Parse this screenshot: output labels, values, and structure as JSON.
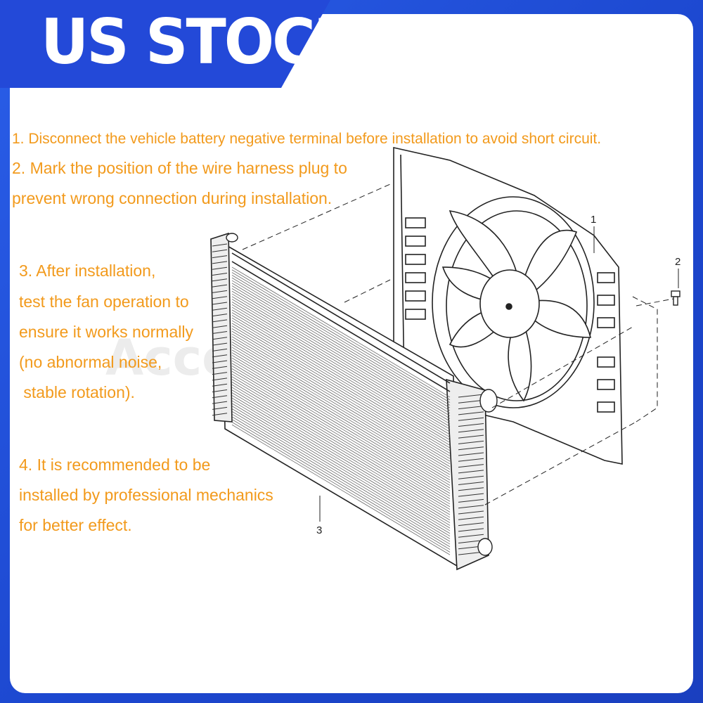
{
  "banner": {
    "title": "US STOCK"
  },
  "instructions": {
    "step1": "1. Disconnect the vehicle battery negative terminal before installation to avoid short circuit.",
    "step2_line1": "2. Mark the position of the wire harness plug to",
    "step2_line2": "prevent wrong connection during installation.",
    "step3_line1": "3. After installation,",
    "step3_line2": "test the fan operation to",
    "step3_line3": "ensure it works normally",
    "step3_line4": "(no abnormal noise,",
    "step3_line5": " stable rotation).",
    "step4_line1": "4. It is recommended to be",
    "step4_line2": "installed by professional mechanics",
    "step4_line3": "for better effect."
  },
  "diagram": {
    "callout_fan": "1",
    "callout_screw": "2",
    "callout_radiator": "3"
  },
  "watermark": "Accessories",
  "colors": {
    "accent": "#f29a1c",
    "banner": "#2349d8",
    "frame": "#1f4fd6"
  }
}
